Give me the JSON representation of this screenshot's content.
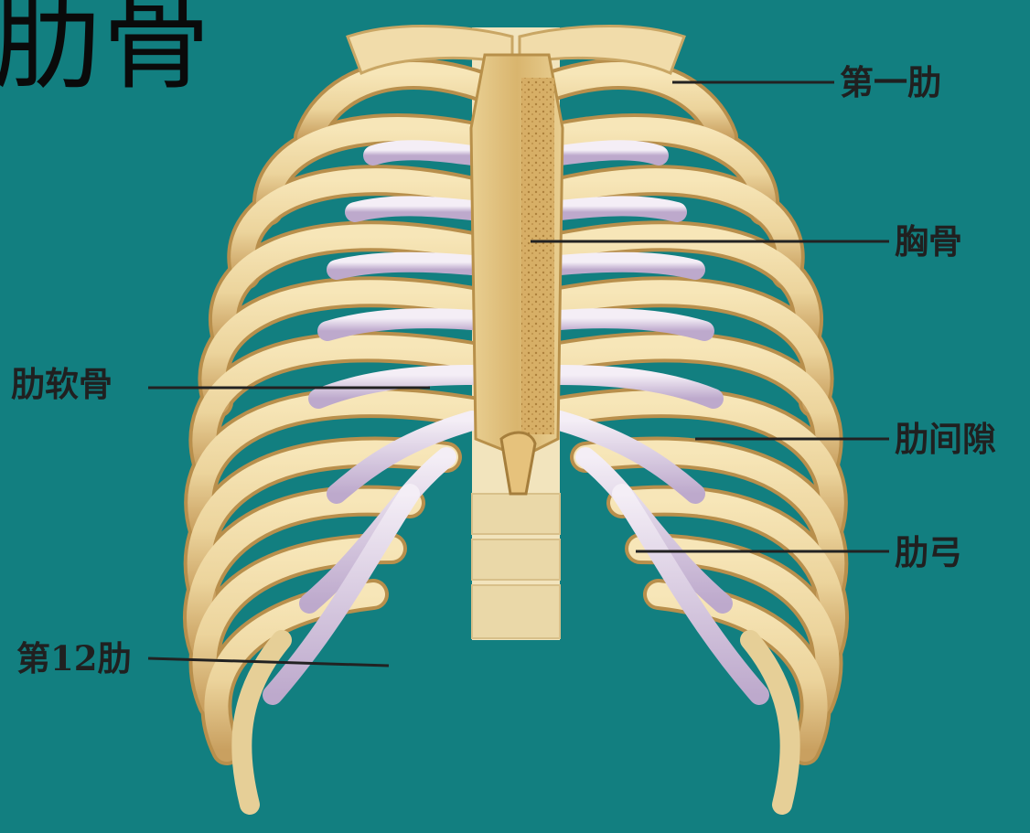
{
  "title": "肋骨",
  "labels": {
    "first_rib": "第一肋",
    "sternum": "胸骨",
    "costal_cartilage": "肋软骨",
    "intercostal_space": "肋间隙",
    "costal_arch": "肋弓",
    "twelfth_rib": "第12肋"
  },
  "colors": {
    "background": "#127f80",
    "bone": "#ecd49c",
    "bone_shadow": "#c9a664",
    "cartilage": "#e6dcec",
    "cartilage_shadow": "#b9a7c8",
    "leader_line": "#222222"
  }
}
